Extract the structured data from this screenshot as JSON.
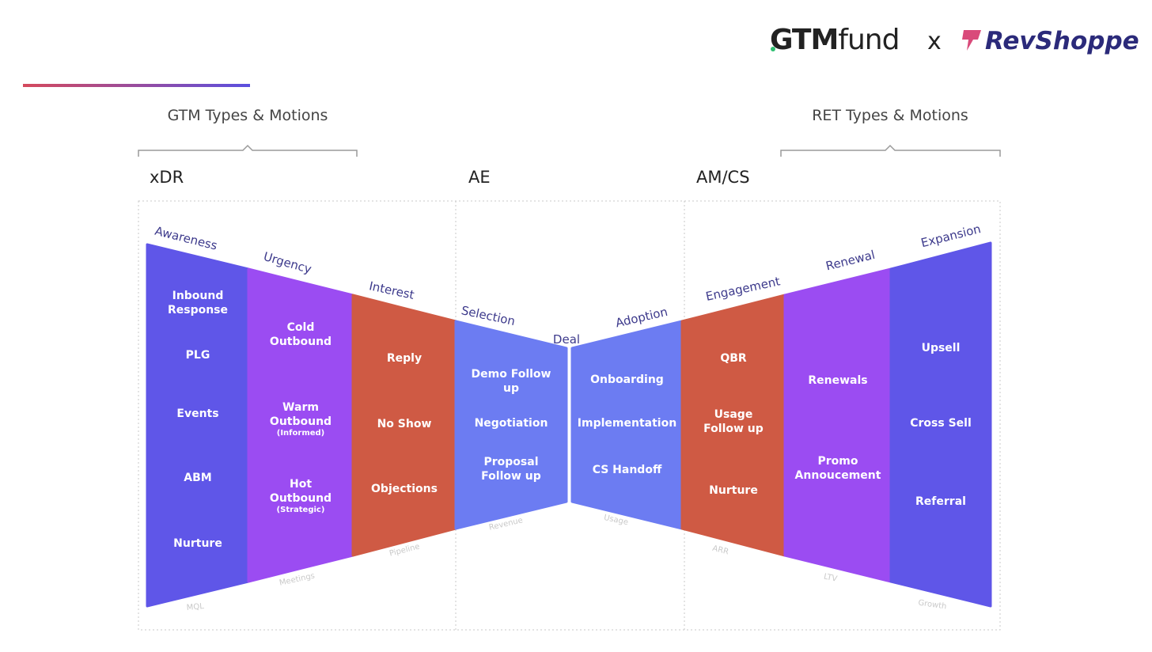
{
  "brand": {
    "gtm_bold": "GTM",
    "gtm_light": "fund",
    "separator": "x",
    "partner": "RevShoppe",
    "logo_icon": "revshoppe-bolt-icon"
  },
  "headers": {
    "gtm": "GTM Types & Motions",
    "ret": "RET Types & Motions"
  },
  "roles": {
    "xdr": "xDR",
    "ae": "AE",
    "amcs": "AM/CS"
  },
  "colors": {
    "blue": "#5f56e8",
    "purple": "#9b4cf2",
    "red": "#cf5a44",
    "periwinkle": "#6c7cf2",
    "accent_line_start": "#d5495c",
    "accent_line_end": "#5a4fe0"
  },
  "segments": [
    {
      "stage": "Awareness",
      "bottom": "MQL",
      "color": "blue",
      "items": [
        {
          "text": [
            "Inbound",
            "Response"
          ]
        },
        {
          "text": [
            "PLG"
          ]
        },
        {
          "text": [
            "Events"
          ]
        },
        {
          "text": [
            "ABM"
          ]
        },
        {
          "text": [
            "Nurture"
          ]
        }
      ]
    },
    {
      "stage": "Urgency",
      "bottom": "Meetings",
      "color": "purple",
      "items": [
        {
          "text": [
            "Cold",
            "Outbound"
          ]
        },
        {
          "text": [
            "Warm",
            "Outbound"
          ],
          "sub": "(Informed)"
        },
        {
          "text": [
            "Hot",
            "Outbound"
          ],
          "sub": "(Strategic)"
        }
      ]
    },
    {
      "stage": "Interest",
      "bottom": "Pipeline",
      "color": "red",
      "items": [
        {
          "text": [
            "Reply"
          ]
        },
        {
          "text": [
            "No Show"
          ]
        },
        {
          "text": [
            "Objections"
          ]
        }
      ]
    },
    {
      "stage": "Selection",
      "bottom": "Revenue",
      "color": "periwinkle",
      "items": [
        {
          "text": [
            "Demo Follow",
            "up"
          ]
        },
        {
          "text": [
            "Negotiation"
          ]
        },
        {
          "text": [
            "Proposal",
            "Follow up"
          ]
        }
      ]
    },
    {
      "stage": "Adoption",
      "bottom": "Usage",
      "color": "periwinkle",
      "items": [
        {
          "text": [
            "Onboarding"
          ]
        },
        {
          "text": [
            "Implementation"
          ]
        },
        {
          "text": [
            "CS Handoff"
          ]
        }
      ]
    },
    {
      "stage": "Engagement",
      "bottom": "ARR",
      "color": "red",
      "items": [
        {
          "text": [
            "QBR"
          ]
        },
        {
          "text": [
            "Usage",
            "Follow up"
          ]
        },
        {
          "text": [
            "Nurture"
          ]
        }
      ]
    },
    {
      "stage": "Renewal",
      "bottom": "LTV",
      "color": "purple",
      "items": [
        {
          "text": [
            "Renewals"
          ]
        },
        {
          "text": [
            "Promo",
            "Annoucement"
          ]
        }
      ]
    },
    {
      "stage": "Expansion",
      "bottom": "Growth",
      "color": "blue",
      "items": [
        {
          "text": [
            "Upsell"
          ]
        },
        {
          "text": [
            "Cross Sell"
          ]
        },
        {
          "text": [
            "Referral"
          ]
        }
      ]
    }
  ],
  "center_label": "Deal"
}
